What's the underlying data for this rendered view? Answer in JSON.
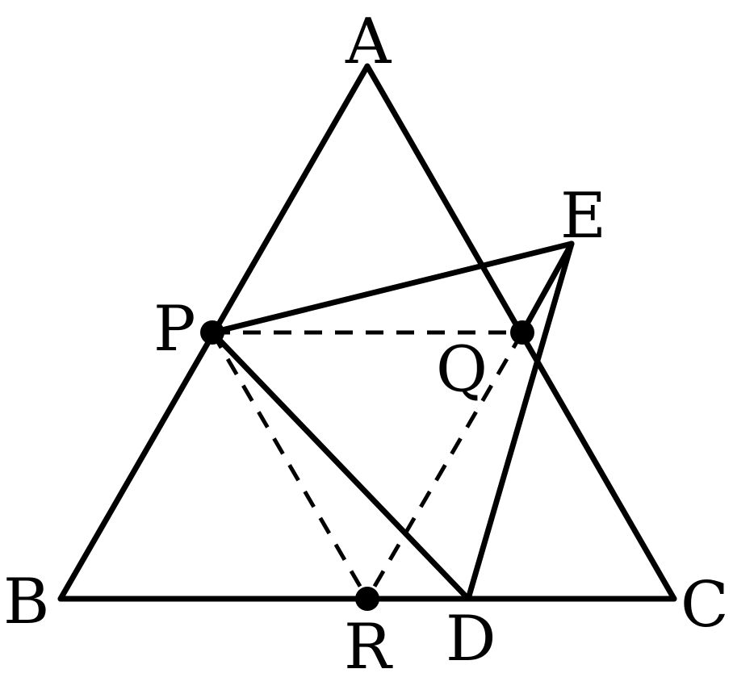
{
  "diagram": {
    "line_color": "#000000",
    "background": "#ffffff",
    "labels": {
      "A": "A",
      "B": "B",
      "C": "C",
      "D": "D",
      "E": "E",
      "P": "P",
      "Q": "Q",
      "R": "R"
    }
  }
}
